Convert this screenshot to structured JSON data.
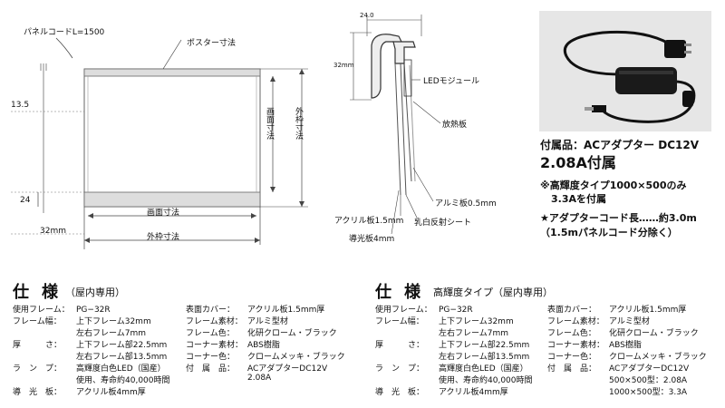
{
  "diagram": {
    "panel_cord": "パネルコードL=1500",
    "poster_size": "ポスター寸法",
    "screen_size_v": "画面寸法",
    "outer_size_v": "外枠寸法",
    "screen_size_h": "画面寸法",
    "outer_size_h": "外枠寸法",
    "dim_13_5": "13.5",
    "dim_24_left": "24",
    "dim_32mm_left": "32mm",
    "dim_24_0": "24.0",
    "dim_32mm_profile": "32mm",
    "led_module": "LEDモジュール",
    "heat_sink": "放熱板",
    "aluminum_plate": "アルミ板0.5mm",
    "acrylic_plate": "アクリル板1.5mm",
    "milky_sheet": "乳白反射シート",
    "light_guide": "導光板4mm"
  },
  "accessory": {
    "line1": "付属品：ACアダプター DC12V",
    "line2": "2.08A付属",
    "note1a": "※高輝度タイプ1000×500のみ",
    "note1b": "3.3Aを付属",
    "note2a": "★アダプターコード長……約3.0m",
    "note2b": "（1.5mパネルコード分除く）"
  },
  "spec_left": {
    "title": "仕様",
    "subtitle": "（屋内専用）",
    "col1": [
      {
        "k": "使用フレーム：",
        "v": "PG−32R"
      },
      {
        "k": "フレーム幅：",
        "v": "上下フレーム32mm"
      },
      {
        "k": "",
        "v": "左右フレーム7mm"
      },
      {
        "k": "厚　　　さ：",
        "v": "上下フレーム部22.5mm"
      },
      {
        "k": "",
        "v": "左右フレーム部13.5mm"
      },
      {
        "k": "ラ　ン　プ：",
        "v": "高輝度白色LED（国産）"
      },
      {
        "k": "",
        "v": "使用、寿命約40,000時間"
      },
      {
        "k": "導　光　板：",
        "v": "アクリル板4mm厚"
      }
    ],
    "col2": [
      {
        "k": "表面カバー：",
        "v": "アクリル板1.5mm厚"
      },
      {
        "k": "フレーム素材：",
        "v": "アルミ型材"
      },
      {
        "k": "フレーム色：",
        "v": "化研クローム・ブラック"
      },
      {
        "k": "コーナー素材：",
        "v": "ABS樹脂"
      },
      {
        "k": "コーナー色：",
        "v": "クロームメッキ・ブラック"
      },
      {
        "k": "付　属　品：",
        "v": "ACアダプターDC12V"
      },
      {
        "k": "",
        "v": "2.08A"
      }
    ]
  },
  "spec_right": {
    "title": "仕様",
    "subtitle": "高輝度タイプ（屋内専用）",
    "col1": [
      {
        "k": "使用フレーム：",
        "v": "PG−32R"
      },
      {
        "k": "フレーム幅：",
        "v": "上下フレーム32mm"
      },
      {
        "k": "",
        "v": "左右フレーム7mm"
      },
      {
        "k": "厚　　　さ：",
        "v": "上下フレーム部22.5mm"
      },
      {
        "k": "",
        "v": "左右フレーム部13.5mm"
      },
      {
        "k": "ラ　ン　プ：",
        "v": "高輝度白色LED（国産）"
      },
      {
        "k": "",
        "v": "使用、寿命約40,000時間"
      },
      {
        "k": "導　光　板：",
        "v": "アクリル板4mm厚"
      }
    ],
    "col2": [
      {
        "k": "表面カバー：",
        "v": "アクリル板1.5mm厚"
      },
      {
        "k": "フレーム素材：",
        "v": "アルミ型材"
      },
      {
        "k": "フレーム色：",
        "v": "化研クローム・ブラック"
      },
      {
        "k": "コーナー素材：",
        "v": "ABS樹脂"
      },
      {
        "k": "コーナー色：",
        "v": "クロームメッキ・ブラック"
      },
      {
        "k": "付　属　品：",
        "v": "ACアダプターDC12V"
      },
      {
        "k": "",
        "v": "500×500型：2.08A"
      },
      {
        "k": "",
        "v": "1000×500型：3.3A"
      }
    ]
  }
}
